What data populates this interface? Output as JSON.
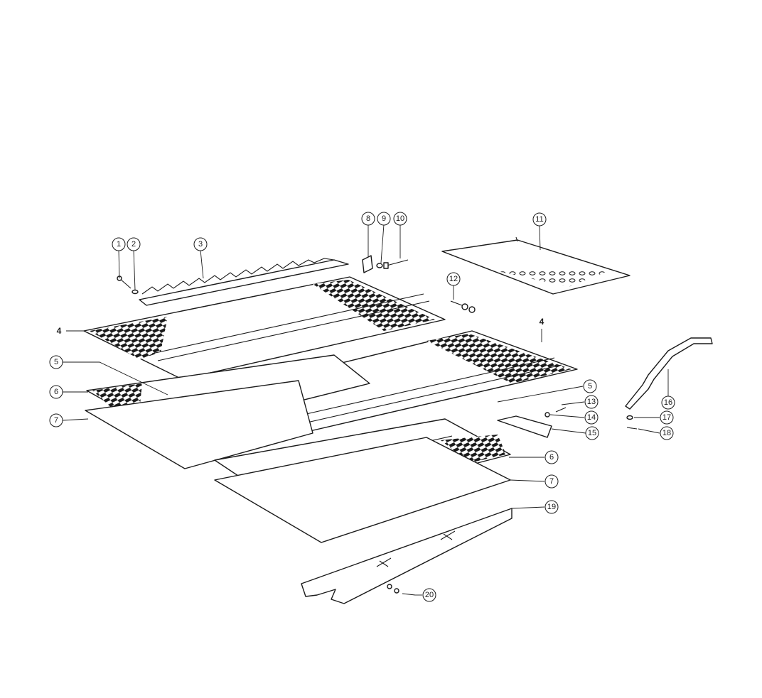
{
  "diagram": {
    "highlight_color": "#e8161b",
    "line_color": "#1a1a1a",
    "callouts": [
      {
        "label": "1"
      },
      {
        "label": "2"
      },
      {
        "label": "3"
      },
      {
        "label": "4",
        "highlight": true
      },
      {
        "label": "5"
      },
      {
        "label": "6"
      },
      {
        "label": "7"
      },
      {
        "label": "8"
      },
      {
        "label": "9"
      },
      {
        "label": "10"
      },
      {
        "label": "11"
      },
      {
        "label": "12"
      },
      {
        "label": "4",
        "highlight": true
      },
      {
        "label": "5"
      },
      {
        "label": "13"
      },
      {
        "label": "14"
      },
      {
        "label": "15"
      },
      {
        "label": "16"
      },
      {
        "label": "17"
      },
      {
        "label": "18"
      },
      {
        "label": "6"
      },
      {
        "label": "7"
      },
      {
        "label": "19"
      },
      {
        "label": "20"
      }
    ]
  }
}
